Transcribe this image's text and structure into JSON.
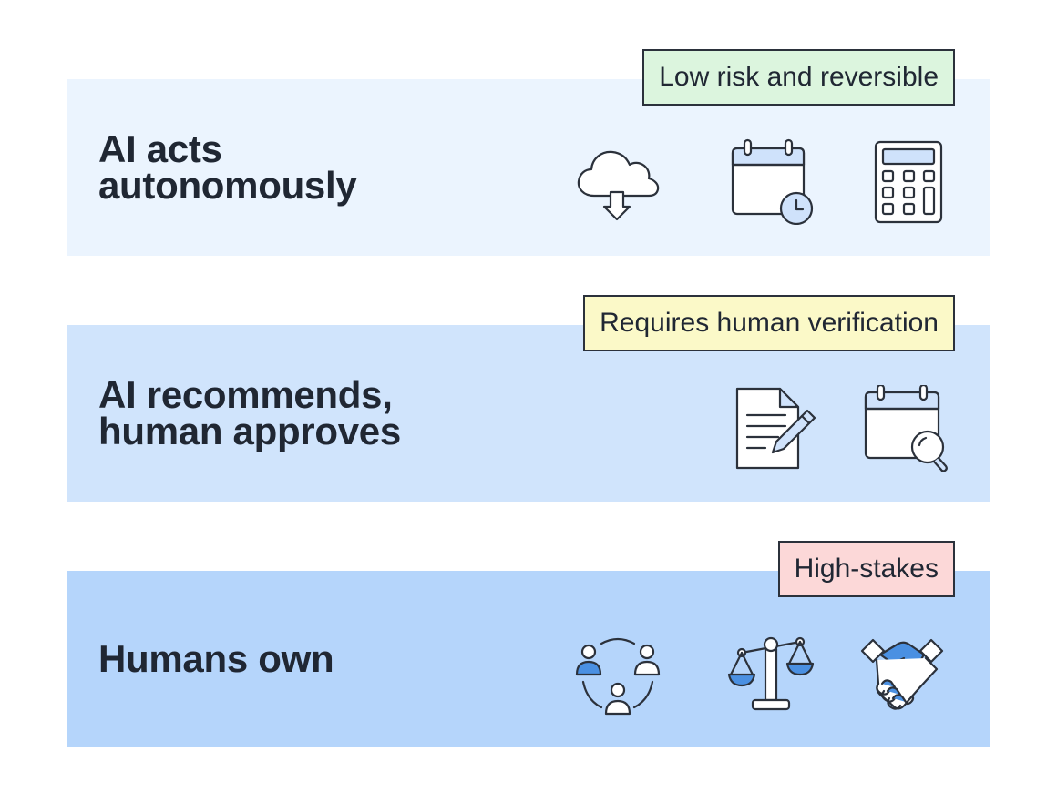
{
  "tiers": [
    {
      "title_lines": [
        "AI acts",
        "autonomously"
      ],
      "badge": "Low risk and reversible",
      "badge_color": "#dcf5de",
      "background": "#ebf4fe",
      "icons": [
        "cloud-download-icon",
        "calendar-clock-icon",
        "calculator-icon"
      ]
    },
    {
      "title_lines": [
        "AI recommends,",
        "human approves"
      ],
      "badge": "Requires human verification",
      "badge_color": "#fbf9c8",
      "background": "#d0e4fc",
      "icons": [
        "document-edit-icon",
        "calendar-search-icon"
      ]
    },
    {
      "title_lines": [
        "Humans own"
      ],
      "badge": "High-stakes",
      "badge_color": "#fcd8d8",
      "background": "#b5d5fb",
      "icons": [
        "team-people-icon",
        "balance-scale-icon",
        "handshake-icon"
      ]
    }
  ],
  "colors": {
    "stroke": "#2b313b",
    "icon_fill": "#ffffff",
    "icon_accent": "#cfe2fb",
    "icon_blue": "#4a90e2"
  }
}
